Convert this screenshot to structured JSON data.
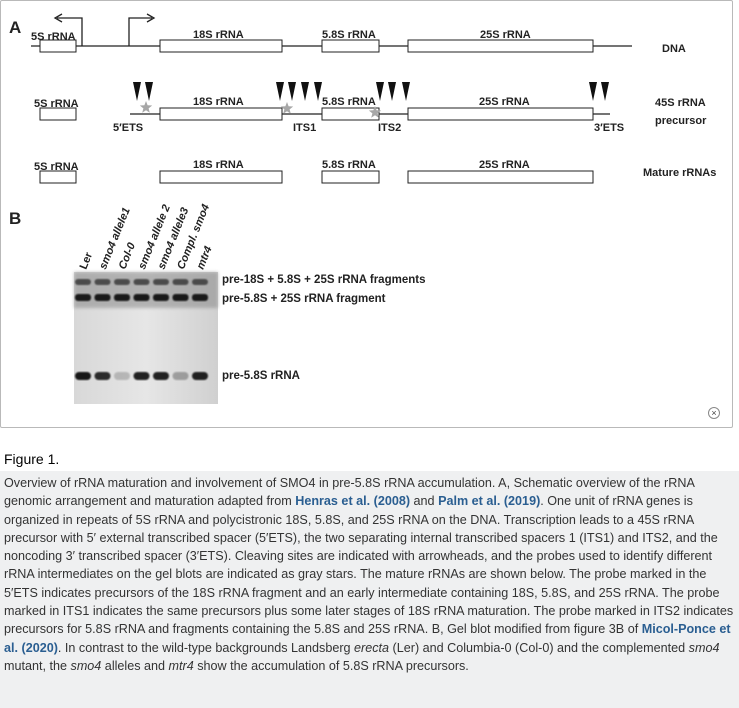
{
  "panel_a": {
    "label": "A",
    "rows": {
      "dna": "DNA",
      "precursor_line1": "45S rRNA",
      "precursor_line2": "precursor",
      "mature": "Mature rRNAs"
    },
    "genes": {
      "s5": "5S rRNA",
      "s18": "18S rRNA",
      "s58": "5.8S rRNA",
      "s25": "25S rRNA"
    },
    "spacers": {
      "ets5": "5′ETS",
      "its1": "ITS1",
      "its2": "ITS2",
      "ets3": "3′ETS"
    }
  },
  "panel_b": {
    "label": "B",
    "lanes": [
      "Ler",
      "smo4 allele1",
      "Col-0",
      "smo4 allele 2",
      "smo4 allele3",
      "Compl. smo4",
      "mtr4"
    ],
    "bands": {
      "top": "pre-18S + 5.8S + 25S rRNA fragments",
      "middle": "pre-5.8S + 25S rRNA fragment",
      "bottom": "pre-5.8S rRNA"
    },
    "bottom_band_intensity": [
      0.95,
      0.85,
      0.2,
      0.9,
      0.9,
      0.3,
      0.9
    ]
  },
  "close_icon_glyph": "×",
  "caption": {
    "title": "Figure 1.",
    "p1": "Overview of rRNA maturation and involvement of SMO4 in pre-5.8S rRNA accumulation. A, Schematic overview of the rRNA genomic arrangement and maturation adapted from ",
    "ref1": "Henras et al. (2008)",
    "p2": " and ",
    "ref2": "Palm et al. (2019)",
    "p3": ". One unit of rRNA genes is organized in repeats of 5S rRNA and polycistronic 18S, 5.8S, and 25S rRNA on the DNA. Transcription leads to a 45S rRNA precursor with 5′ external transcribed spacer (5′ETS), the two separating internal transcribed spacers 1 (ITS1) and ITS2, and the noncoding 3′ transcribed spacer (3′ETS). Cleaving sites are indicated with arrowheads, and the probes used to identify different rRNA intermediates on the gel blots are indicated as gray stars. The mature rRNAs are shown below. The probe marked in the 5′ETS indicates precursors of the 18S rRNA fragment and an early intermediate containing 18S, 5.8S, and 25S rRNA. The probe marked in ITS1 indicates the same precursors plus some later stages of 18S rRNA maturation. The probe marked in ITS2 indicates precursors for 5.8S rRNA and fragments containing the 5.8S and 25S rRNA. B, Gel blot modified from figure 3B of ",
    "ref3": "Micol-Ponce et al. (2020)",
    "p4": ". In contrast to the wild-type backgrounds Landsberg ",
    "em1": "erecta",
    "p5": " (Ler) and Columbia-0 (Col-0) and the complemented ",
    "em2": "smo4",
    "p6": " mutant, the ",
    "em3": "smo4",
    "p7": " alleles and ",
    "em4": "mtr4",
    "p8": " show the accumulation of 5.8S rRNA precursors."
  }
}
